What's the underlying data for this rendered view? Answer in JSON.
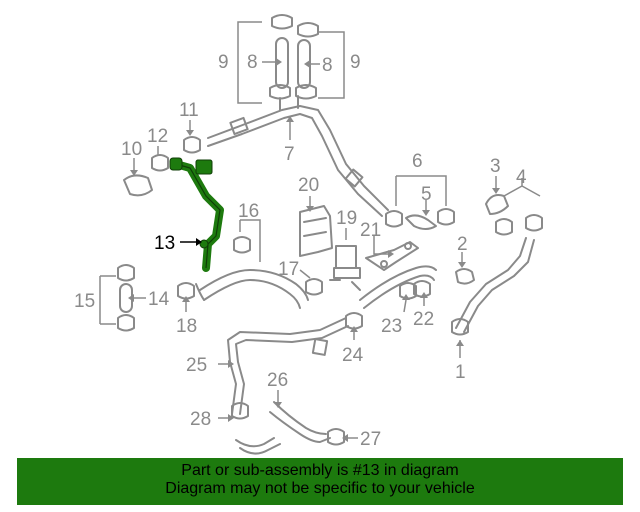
{
  "highlight_part": "13",
  "highlight_color": "#1d7a0e",
  "line_color": "#8a8a8a",
  "callouts": {
    "c1": "1",
    "c2": "2",
    "c3": "3",
    "c4": "4",
    "c5": "5",
    "c6": "6",
    "c7": "7",
    "c8a": "8",
    "c8b": "8",
    "c9a": "9",
    "c9b": "9",
    "c10": "10",
    "c11": "11",
    "c12": "12",
    "c13": "13",
    "c14": "14",
    "c15": "15",
    "c16": "16",
    "c17": "17",
    "c18": "18",
    "c19": "19",
    "c20": "20",
    "c21": "21",
    "c22": "22",
    "c23": "23",
    "c24": "24",
    "c25": "25",
    "c26": "26",
    "c27": "27",
    "c28": "28"
  },
  "banner": {
    "line1": "Part or sub-assembly is #13 in diagram",
    "line2": "Diagram may not be specific to your vehicle"
  }
}
